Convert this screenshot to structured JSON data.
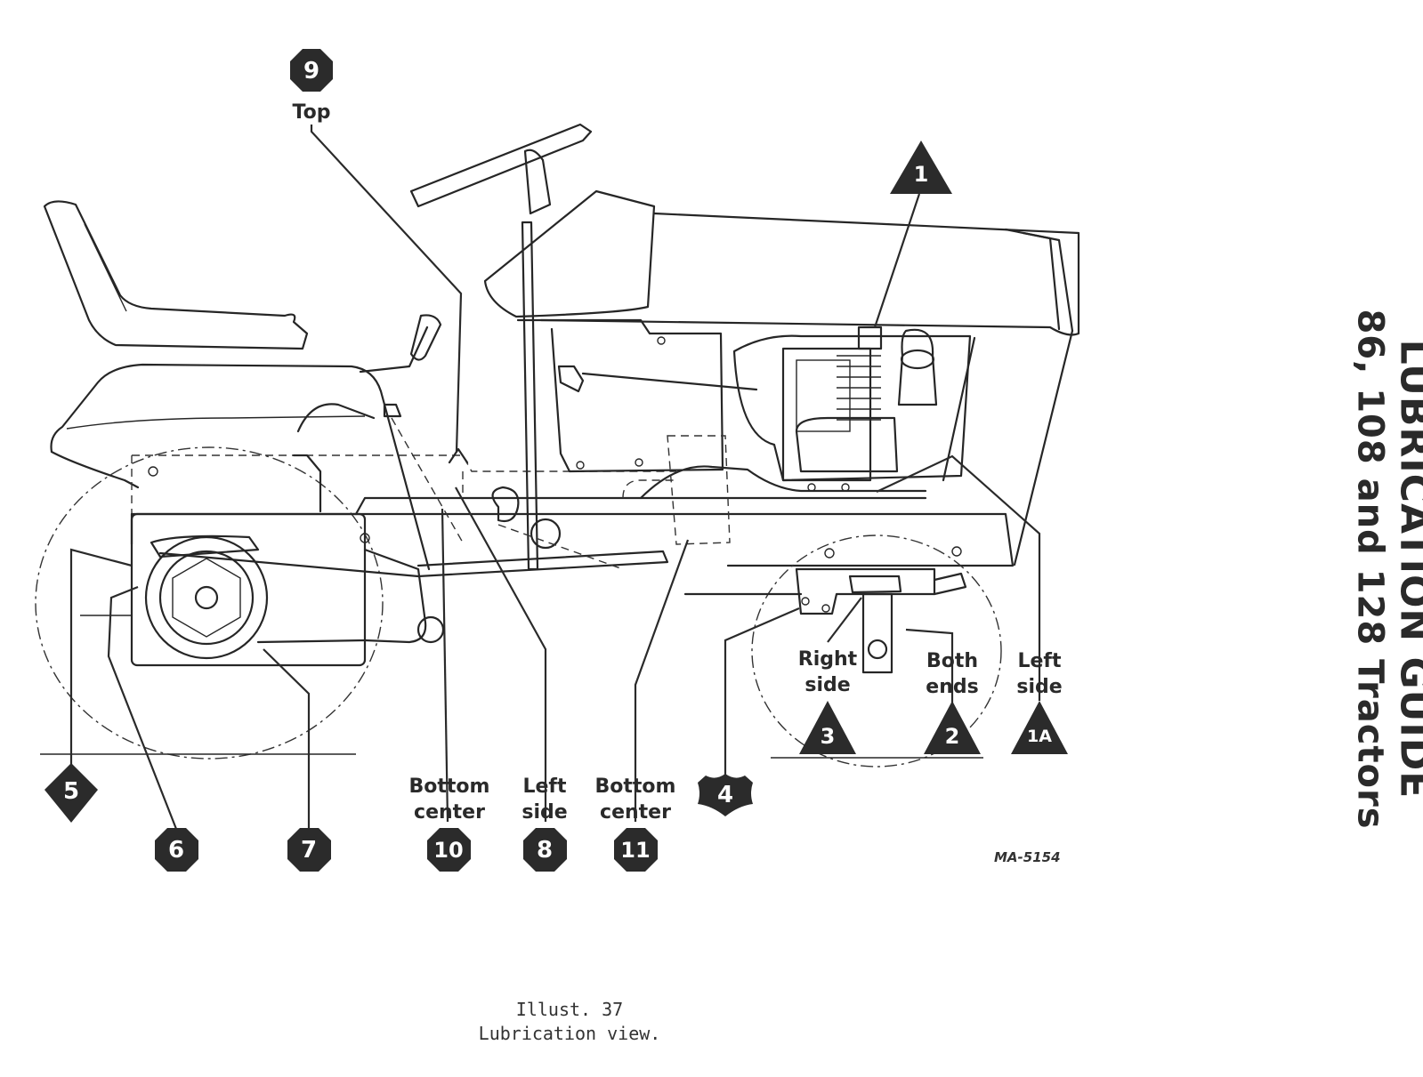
{
  "title": "LUBRICATION GUIDE",
  "subtitle": "86, 108 and 128 Tractors",
  "drawing_number": "MA-5154",
  "caption": {
    "line1": "Illust. 37",
    "line2": "Lubrication view."
  },
  "points": [
    {
      "id": "9",
      "shape": "octagon",
      "label": [
        "Top"
      ]
    },
    {
      "id": "1",
      "shape": "triangle",
      "label": []
    },
    {
      "id": "1A",
      "shape": "triangle",
      "label": [
        "Left",
        "side"
      ]
    },
    {
      "id": "2",
      "shape": "triangle",
      "label": [
        "Both",
        "ends"
      ]
    },
    {
      "id": "3",
      "shape": "triangle",
      "label": [
        "Right",
        "side"
      ]
    },
    {
      "id": "4",
      "shape": "shield",
      "label": []
    },
    {
      "id": "5",
      "shape": "diamond",
      "label": []
    },
    {
      "id": "6",
      "shape": "octagon",
      "label": []
    },
    {
      "id": "7",
      "shape": "octagon",
      "label": []
    },
    {
      "id": "10",
      "shape": "octagon",
      "label": [
        "Bottom",
        "center"
      ]
    },
    {
      "id": "8",
      "shape": "octagon",
      "label": [
        "Left",
        "side"
      ]
    },
    {
      "id": "11",
      "shape": "octagon",
      "label": [
        "Bottom",
        "center"
      ]
    }
  ]
}
